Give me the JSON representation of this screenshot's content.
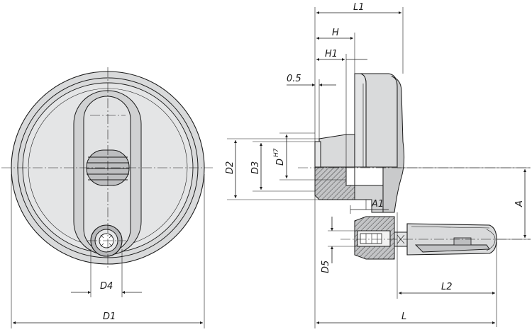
{
  "drawing": {
    "labels": {
      "L1": "L1",
      "H": "H",
      "H1": "H1",
      "gap": "0.5",
      "D2": "D2",
      "D3": "D3",
      "D": "D",
      "D_tol": "H7",
      "A": "A",
      "A1": "A1",
      "D5": "D5",
      "L2": "L2",
      "L": "L",
      "D4": "D4",
      "D1": "D1"
    }
  }
}
